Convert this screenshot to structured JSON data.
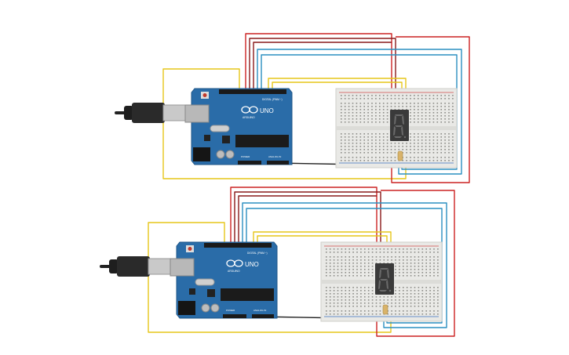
{
  "colors": {
    "background": "#ffffff",
    "board": "#2a6ca8",
    "board_dark": "#1f5687",
    "wire_red": "#cc2222",
    "wire_dark_red": "#8a1a1a",
    "wire_blue": "#2a8fc0",
    "wire_yellow": "#e6c619",
    "wire_black": "#222222",
    "breadboard": "#e9e9e6",
    "display": "#3a3a3a",
    "segment_off": "#6a6a6a"
  },
  "circuits": [
    {
      "board": {
        "brand": "ARDUINO",
        "model": "UNO",
        "digital_label": "DIGITAL (PWM ~)",
        "power_label": "POWER",
        "analog_label": "ANALOG IN",
        "icon": "arduino-infinity-logo"
      },
      "display": {
        "digit": "8",
        "icon": "seven-segment-display"
      },
      "breadboard": {
        "icon": "breadboard"
      }
    },
    {
      "board": {
        "brand": "ARDUINO",
        "model": "UNO",
        "digital_label": "DIGITAL (PWM ~)",
        "power_label": "POWER",
        "analog_label": "ANALOG IN",
        "icon": "arduino-infinity-logo"
      },
      "display": {
        "digit": "8",
        "icon": "seven-segment-display"
      },
      "breadboard": {
        "icon": "breadboard"
      }
    }
  ]
}
